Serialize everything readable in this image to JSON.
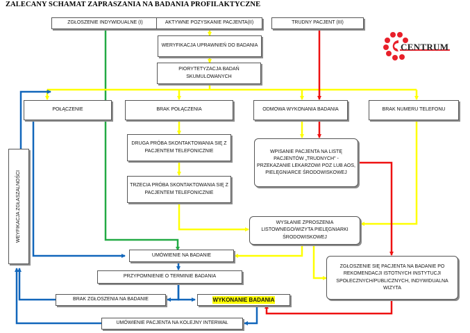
{
  "title": "ZALECANY SCHAMAT ZAPRASZANIA NA BADANIA PROFILAKTYCZNE",
  "logo": {
    "text": "CENTRUM"
  },
  "boxes": {
    "zgloszenie": "ZGŁOSZENIE INDYWIDUALNE (I)",
    "aktywne": "AKTYWNE POZYSKANIE PACJENTA(II)",
    "trudny": "TRUDNY PACJENT (III)",
    "weryfikacja_uprawnien": "WERYFIKACJA UPRAWNIEŃ DO BADANIA",
    "priorytetyzacja": "PIORYTETYZACJA BADAŃ SKUMULOWANYCH",
    "polaczenie": "POŁĄCZENIE",
    "brak_polaczenia": "BRAK POŁĄCZENIA",
    "odmowa": "ODMOWA WYKONANIA BADANIA",
    "brak_numeru": "BRAK NUMERU TELEFONU",
    "druga_proba": "DRUGA PRÓBA SKONTAKTOWANIA SIĘ Z PACJENTEM TELEFONICZNIE",
    "trzecia_proba": "TRZECIA PRÓBA SKONTAKTOWANIA SIĘ Z PACJENTEM TELEFONICZNIE",
    "wpisanie": "WPISANIE PACJENTA NA LISTĘ PACJENTÓW „TRUDNYCH\" - PRZEKAZANIE LEKARZOWI POZ LUB AOS, PIELĘGNIARCE ŚRODOWISKOWEJ",
    "wyslanie": "WYSŁANIE ZPROSZENIA LISTOWNEGO/WIZYTA PIELĘGNIARKI ŚRODOWISKOWEJ",
    "umowienie": "UMÓWIENIE NA BADANIE",
    "przypomnienie": "PRZYPOMNIENIE O TERMINIE BADANIA",
    "brak_zgloszenia": "BRAK ZGŁOSZENIA NA BADANIE",
    "wykonanie": "WYKONANIE BADANIA",
    "umowienie_kolejny": "UMÓWIENIE PACJENTA NA KOLEJNY INTERWAŁ",
    "zgloszenie_rekomendacji": "ZGŁOSZENIE SIĘ PACJENTA NA BADANIE PO REKOMENDACJI ISTOTNYCH INSTYTUCJI SPOŁECZNYCH/PUBLICZNYCH, INDYWIDUALNA WIZYTA",
    "weryfikacja_zgloszalnosci": "WEYFIKACJA ZGŁASZALNOŚCI"
  },
  "colors": {
    "green": "#22aa44",
    "yellow": "#ffff00",
    "red": "#ee1111",
    "blue": "#1166bb",
    "highlight": "#ffff00"
  }
}
